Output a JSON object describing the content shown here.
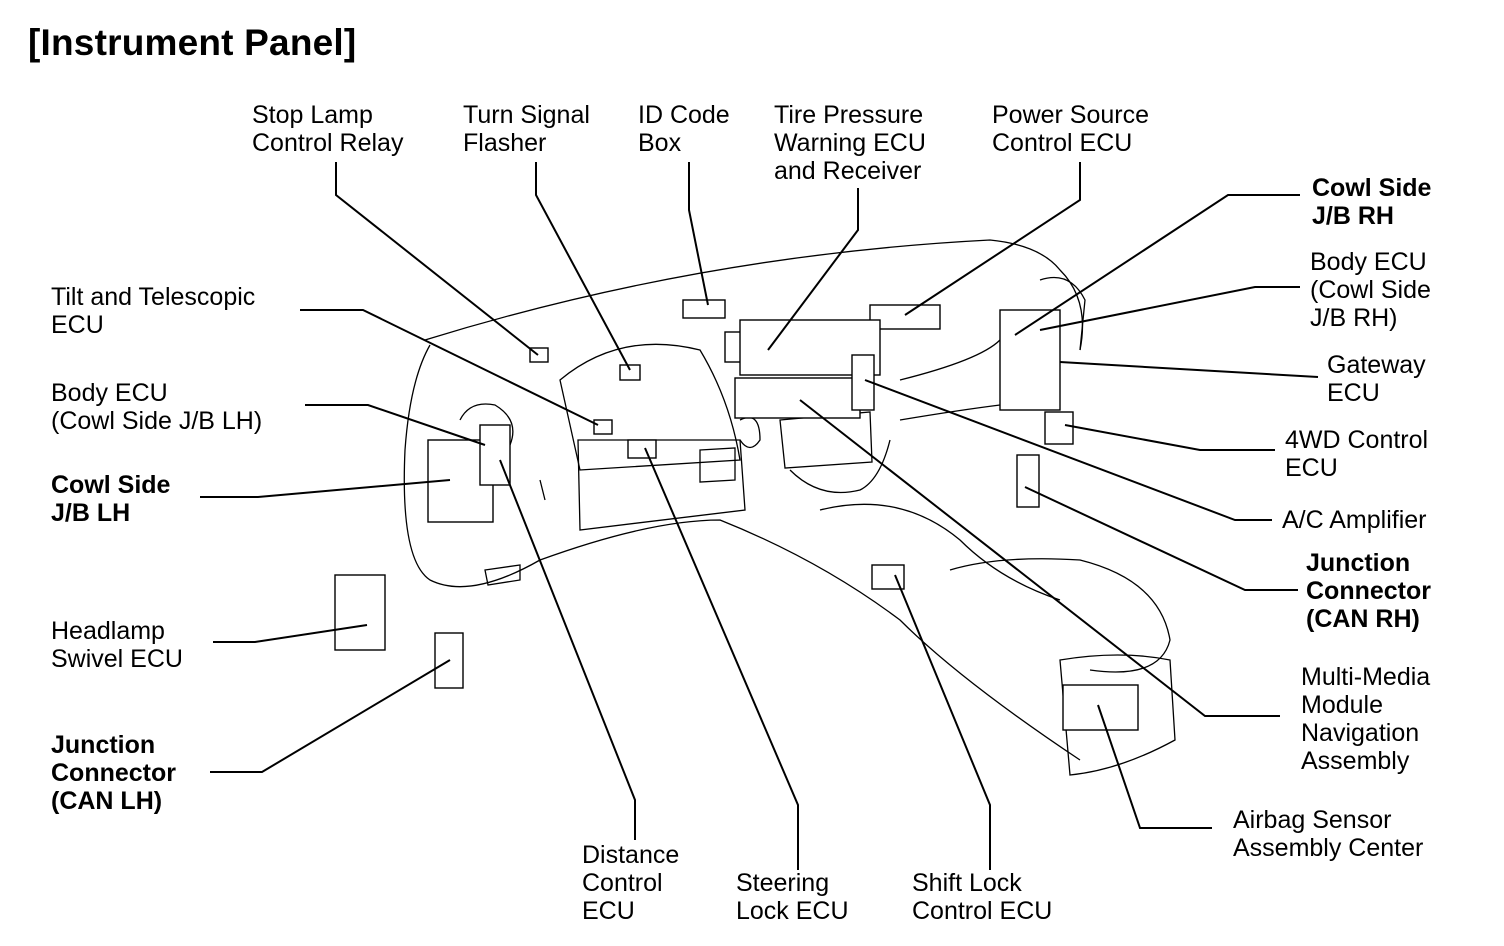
{
  "title": "[Instrument Panel]",
  "labels": {
    "stop_lamp": "Stop Lamp\nControl Relay",
    "turn_signal": "Turn Signal\nFlasher",
    "id_code": "ID Code\nBox",
    "tire_pressure": "Tire Pressure\nWarning ECU\nand Receiver",
    "power_source": "Power Source\nControl ECU",
    "cowl_rh": "Cowl Side\nJ/B RH",
    "body_ecu_rh": "Body ECU\n(Cowl Side\nJ/B RH)",
    "gateway": "Gateway\nECU",
    "fourwd": "4WD Control\nECU",
    "ac_amp": "A/C Amplifier",
    "junction_rh": "Junction\nConnector\n(CAN RH)",
    "multimedia": "Multi-Media\nModule\nNavigation\nAssembly",
    "airbag": "Airbag Sensor\nAssembly Center",
    "shift_lock": "Shift Lock\nControl ECU",
    "steering_lock": "Steering\nLock ECU",
    "distance": "Distance\nControl\nECU",
    "junction_lh": "Junction\nConnector\n(CAN LH)",
    "headlamp": "Headlamp\nSwivel ECU",
    "cowl_lh": "Cowl Side\nJ/B LH",
    "body_ecu_lh": "Body ECU\n(Cowl Side J/B LH)",
    "tilt": "Tilt and Telescopic\nECU"
  }
}
